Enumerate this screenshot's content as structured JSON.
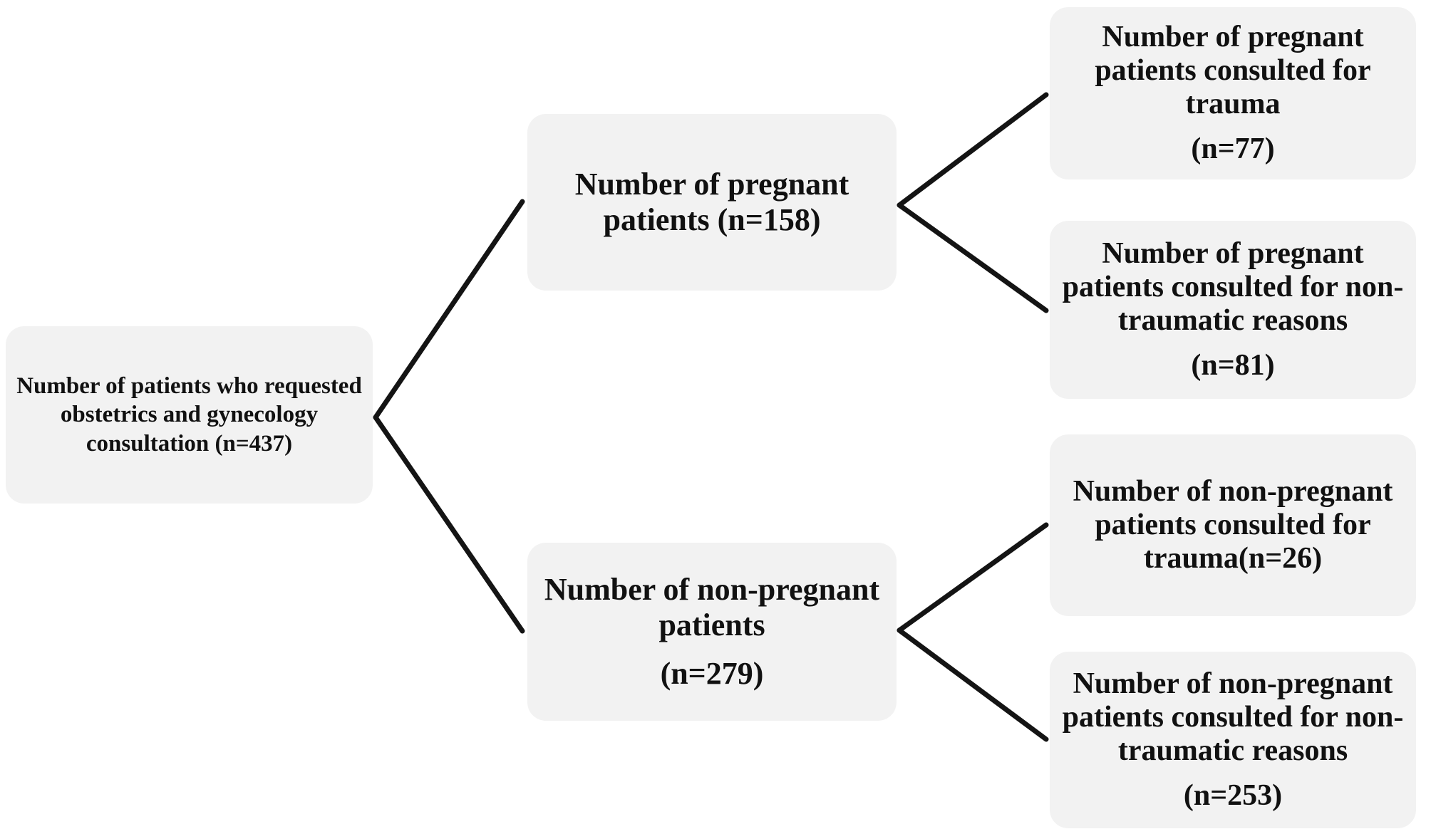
{
  "diagram": {
    "type": "flowchart",
    "nodes": {
      "total": {
        "text": "Number of patients who requested obstetrics and gynecology consultation (n=437)",
        "count": 437
      },
      "pregnant": {
        "text": "Number of pregnant patients (n=158)",
        "count": 158
      },
      "non_pregnant": {
        "text": "Number of non-pregnant patients",
        "count_label": "(n=279)",
        "count": 279
      },
      "pregnant_trauma": {
        "text": "Number of pregnant patients consulted for trauma",
        "count_label": "(n=77)",
        "count": 77
      },
      "pregnant_non_trauma": {
        "text": "Number of pregnant patients consulted for non-traumatic reasons",
        "count_label": "(n=81)",
        "count": 81
      },
      "non_pregnant_trauma": {
        "text": "Number of non-pregnant patients consulted for trauma(n=26)",
        "count": 26
      },
      "non_pregnant_non_trauma": {
        "text": "Number of non-pregnant patients consulted for non-traumatic reasons",
        "count_label": "(n=253)",
        "count": 253
      }
    },
    "edge_color": "#141414",
    "node_fill": "#f2f2f2"
  }
}
